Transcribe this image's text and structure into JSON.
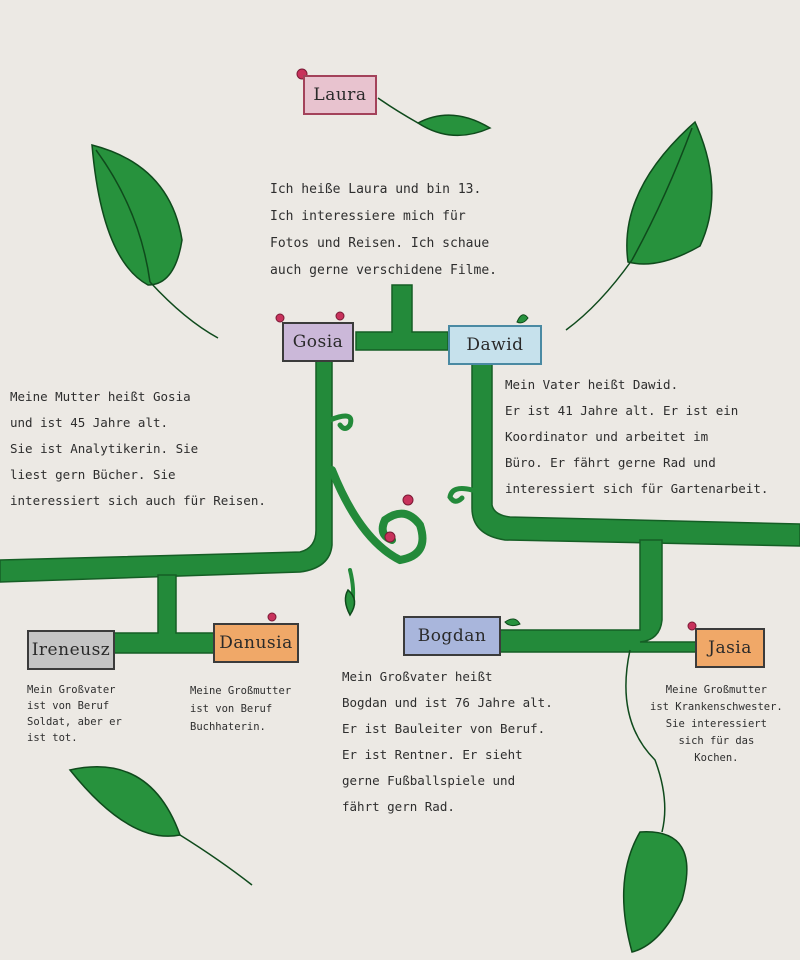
{
  "people": [
    {
      "id": "laura",
      "name": "Laura",
      "color": "#e8c3cf"
    },
    {
      "id": "gosia",
      "name": "Gosia",
      "color": "#cbb8d9"
    },
    {
      "id": "dawid",
      "name": "Dawid",
      "color": "#c6e1ec"
    },
    {
      "id": "ireneusz",
      "name": "Ireneusz",
      "color": "#c4c4c4"
    },
    {
      "id": "danusia",
      "name": "Danusia",
      "color": "#f0a868"
    },
    {
      "id": "bogdan",
      "name": "Bogdan",
      "color": "#a9b6dc"
    },
    {
      "id": "jasia",
      "name": "Jasia",
      "color": "#f0a868"
    }
  ],
  "captions": {
    "laura": [
      "Ich heiße Laura und bin 13.",
      "Ich interessiere mich für",
      "Fotos und Reisen. Ich schaue",
      "auch gerne verschidene Filme."
    ],
    "gosia": [
      "Meine Mutter heißt Gosia",
      "und ist 45 Jahre alt.",
      "Sie ist Analytikerin. Sie",
      "liest gern Bücher. Sie",
      "interessiert sich auch für Reisen."
    ],
    "dawid": [
      "Mein Vater heißt Dawid.",
      "Er ist 41 Jahre alt. Er ist ein",
      "Koordinator und arbeitet im",
      "Büro. Er fährt gerne Rad und",
      "interessiert sich für Gartenarbeit."
    ],
    "ireneusz": [
      "Mein Großvater",
      "ist von Beruf",
      "Soldat, aber er",
      "ist tot."
    ],
    "danusia": [
      "Meine Großmutter",
      "ist von Beruf",
      "Buchhaterin."
    ],
    "bogdan": [
      "Mein Großvater heißt",
      "Bogdan und ist 76 Jahre alt.",
      "Er ist Bauleiter von Beruf.",
      "Er ist Rentner. Er sieht",
      "gerne Fußballspiele und",
      "fährt gern Rad."
    ],
    "jasia": [
      "Meine Großmutter",
      "ist Krankenschwester.",
      "Sie interessiert",
      "sich für das",
      "Kochen."
    ]
  },
  "colors": {
    "stem": "#238a3a",
    "stem_dark": "#155e25",
    "leaf": "#27923d",
    "leaf_vein": "#0f4a1c",
    "flower": "#c8325c"
  }
}
